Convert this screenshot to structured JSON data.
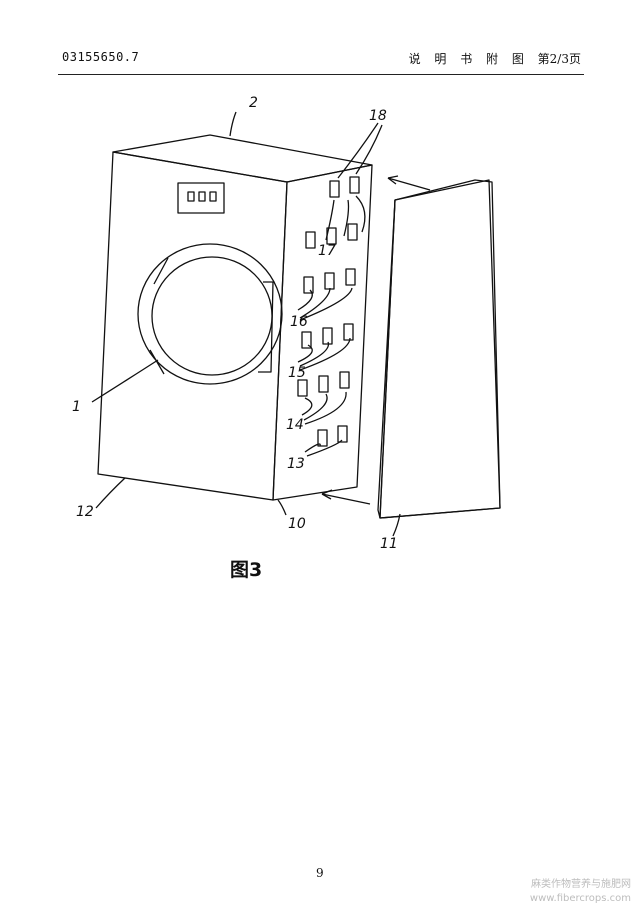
{
  "header": {
    "application_number": "03155650.7",
    "section_title": "说 明 书 附 图",
    "page_of": "第2/3页"
  },
  "figure": {
    "caption": "图3",
    "reference_numerals": [
      "2",
      "18",
      "17",
      "16",
      "15",
      "1",
      "14",
      "13",
      "12",
      "10",
      "11"
    ]
  },
  "footer": {
    "page_number": "9"
  },
  "watermark": {
    "line1": "麻类作物营养与施肥网",
    "line2": "www.fibercrops.com"
  }
}
